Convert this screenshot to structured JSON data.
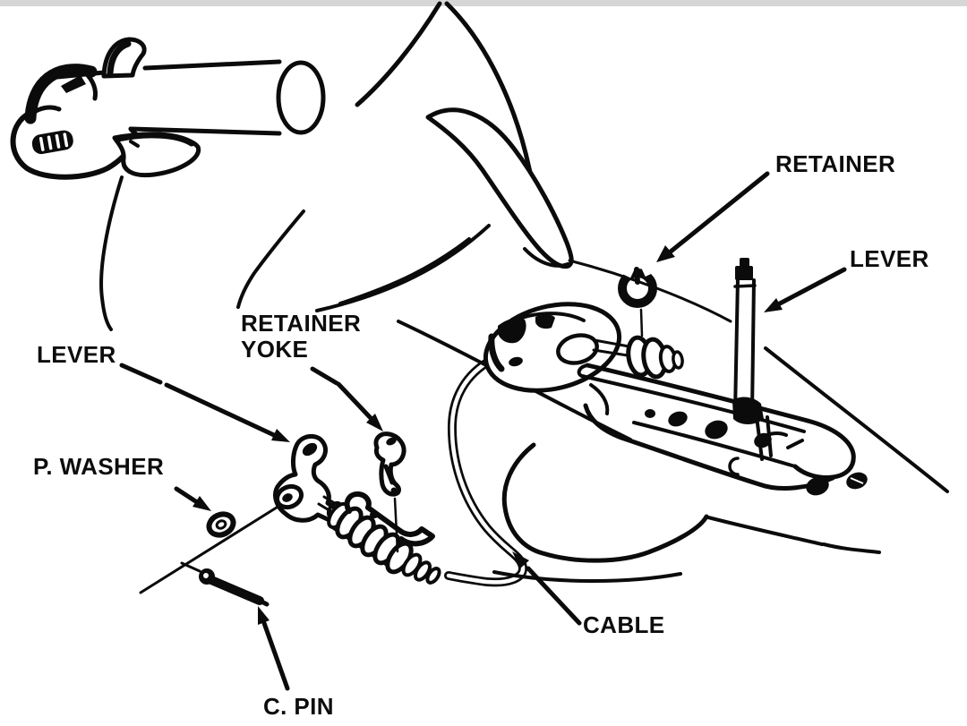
{
  "window": {
    "top_edge_color": "#d6d6d6",
    "background": "#ffffff"
  },
  "diagram": {
    "ink_color": "#0b0b0b",
    "labels": {
      "retainer": "RETAINER",
      "lever_right": "LEVER",
      "retainer_yoke_line1": "RETAINER",
      "retainer_yoke_line2": "YOKE",
      "lever_left": "LEVER",
      "p_washer": "P. WASHER",
      "cable": "CABLE",
      "c_pin": "C. PIN"
    }
  }
}
